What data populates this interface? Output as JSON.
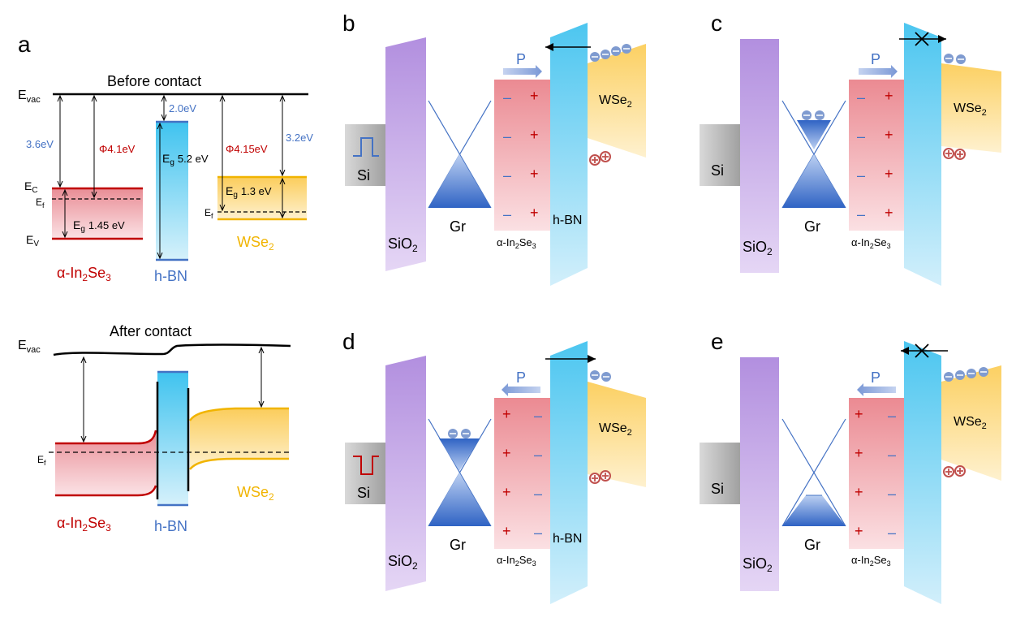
{
  "panel_labels": {
    "a": "a",
    "b": "b",
    "c": "c",
    "d": "d",
    "e": "e"
  },
  "panel_a": {
    "before_title": "Before contact",
    "after_title": "After contact",
    "evac_main": "E",
    "evac_sub": "vac",
    "ec_main": "E",
    "ec_sub": "C",
    "ef_main": "E",
    "ef_sub": "f",
    "ev_main": "E",
    "ev_sub": "V",
    "eg_main": "E",
    "eg_sub": "g",
    "ins_chi": "3.6eV",
    "ins_phi": "Φ4.1eV",
    "ins_eg": "1.45 eV",
    "hbn_chi": "2.0eV",
    "hbn_eg": "5.2 eV",
    "wse2_phi": "Φ4.15eV",
    "wse2_chi": "3.2eV",
    "wse2_eg": "1.3 eV",
    "alpha_pre": "α-In",
    "sub2": "2",
    "se": "Se",
    "sub3": "3",
    "hbn": "h-BN",
    "wse_pre": "WSe"
  },
  "device": {
    "si": "Si",
    "sio_pre": "SiO",
    "sub2": "2",
    "gr": "Gr",
    "alpha_pre": "α-In",
    "se": "Se",
    "sub3": "3",
    "hbn": "h-BN",
    "wse_pre": "WSe",
    "p": "P",
    "plus": "+",
    "minus": "–"
  },
  "colors": {
    "in2se3": "#c00000",
    "hbn": "#4472c4",
    "wse2": "#f1b400",
    "sio2": "#b48fe0",
    "electron": "#7f9bd0",
    "hole": "#c0504d"
  }
}
